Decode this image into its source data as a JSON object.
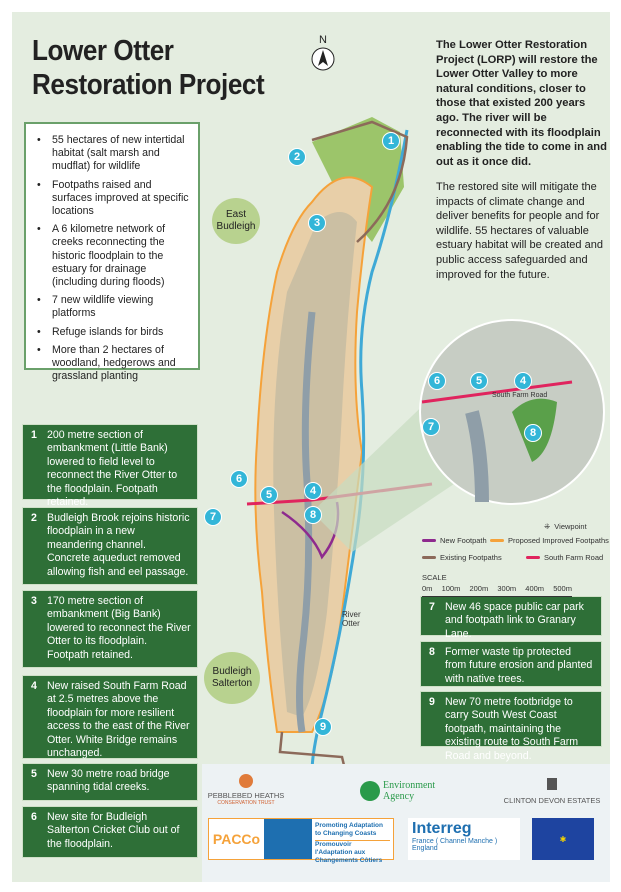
{
  "title": [
    "Lower Otter",
    "Restoration Project"
  ],
  "north": "N",
  "intro_bold": "The Lower Otter Restoration Project (LORP) will restore the Lower Otter Valley to more natural conditions, closer to those that existed 200 years ago. The river will be reconnected with its floodplain enabling the tide to come in and out as it once did.",
  "intro_text": "The restored site will mitigate the impacts of climate change and deliver benefits for people and for wildlife. 55 hectares of valuable estuary habitat will be created and public access safeguarded and improved for the future.",
  "bullets": [
    "55 hectares of new intertidal habitat (salt marsh and mudflat) for wildlife",
    "Footpaths raised and surfaces improved at specific locations",
    "A 6 kilometre network of creeks reconnecting the historic floodplain to the estuary for drainage (including during floods)",
    "7 new wildlife viewing platforms",
    "Refuge islands for birds",
    "More than 2 hectares of woodland, hedgerows and grassland planting"
  ],
  "items": [
    {
      "n": "1",
      "text": "200 metre section of embankment (Little Bank) lowered to field level to reconnect the River Otter to the floodplain. Footpath retained."
    },
    {
      "n": "2",
      "text": "Budleigh Brook rejoins historic floodplain in a new meandering channel. Concrete aqueduct removed allowing fish and eel passage."
    },
    {
      "n": "3",
      "text": "170 metre section of embankment (Big Bank) lowered to reconnect the River Otter to its floodplain. Footpath retained."
    },
    {
      "n": "4",
      "text": "New raised South Farm Road at 2.5 metres above the floodplain for more resilient access to the east of the River Otter. White Bridge remains unchanged."
    },
    {
      "n": "5",
      "text": "New 30 metre road bridge spanning tidal creeks."
    },
    {
      "n": "6",
      "text": "New site for Budleigh Salterton Cricket Club out of the floodplain."
    },
    {
      "n": "7",
      "text": "New 46 space public car park and footpath link to Granary Lane."
    },
    {
      "n": "8",
      "text": "Former waste tip protected from future erosion and planted with native trees."
    },
    {
      "n": "9",
      "text": "New 70 metre footbridge to carry South West Coast footpath, maintaining the existing route to South Farm Road and beyond."
    }
  ],
  "places": {
    "east_budleigh": "East Budleigh",
    "budleigh_salterton": "Budleigh Salterton",
    "river_otter": "River Otter",
    "south_farm_road": "South Farm Road"
  },
  "legend": {
    "viewpoint": "Viewpoint",
    "new_footpath": "New Footpath",
    "proposed": "Proposed Improved Footpaths",
    "existing": "Existing Footpaths",
    "sfr": "South Farm Road",
    "scale": "SCALE",
    "ticks": [
      "0m",
      "100m",
      "200m",
      "300m",
      "400m",
      "500m"
    ]
  },
  "colors": {
    "new_footpath": "#8e2a8e",
    "proposed": "#f5a23a",
    "existing": "#8c6a5a",
    "sfr": "#e0245e",
    "river": "#3fa9d6",
    "box": "#2e6f37"
  },
  "logos": {
    "pebblebed": "PEBBLEBED HEATHS",
    "pebblebed_sub": "CONSERVATION TRUST",
    "ea": "Environment Agency",
    "clinton": "CLINTON DEVON ESTATES",
    "pacco": "PACCo",
    "pacco_en": "Promoting Adaptation to Changing Coasts",
    "pacco_fr": "Promouvoir l'Adaptation aux Changements Côtiers",
    "interreg": "Interreg",
    "interreg_sub": "France ( Channel Manche ) England"
  }
}
